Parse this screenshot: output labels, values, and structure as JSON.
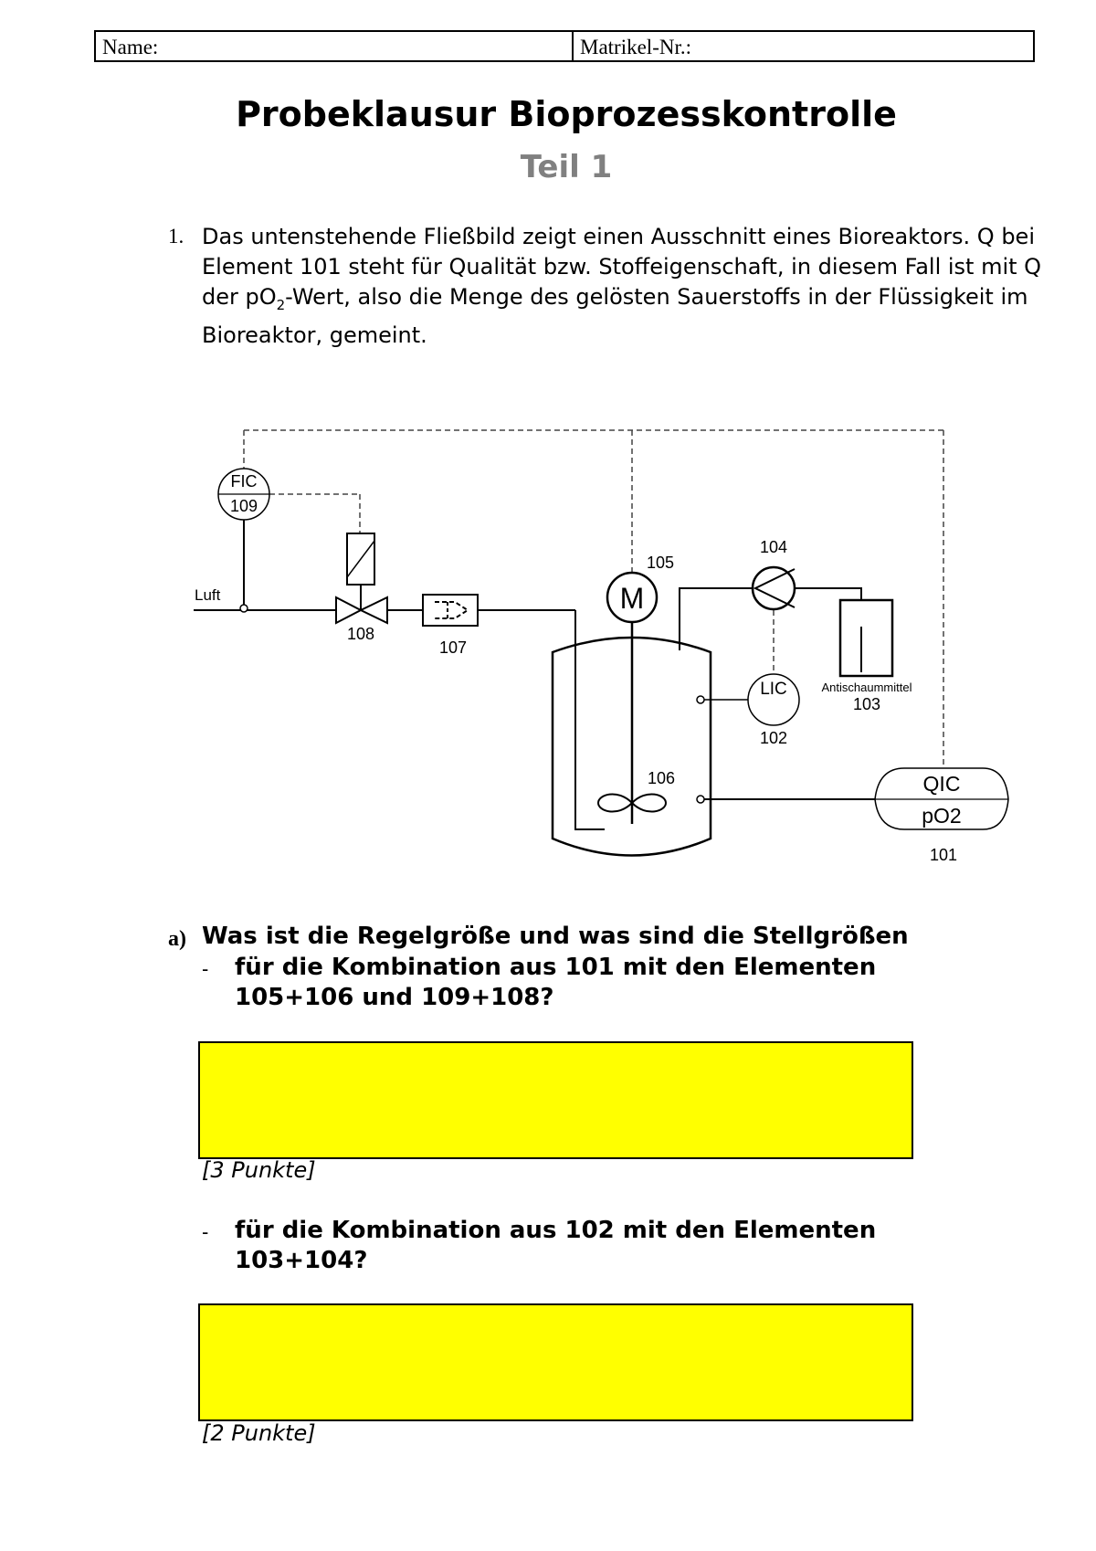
{
  "header": {
    "name_label": "Name:",
    "matrikel_label": "Matrikel-Nr.:"
  },
  "title": "Probeklausur Bioprozesskontrolle",
  "subtitle": "Teil 1",
  "question1": {
    "number": "1.",
    "text_part1": "Das untenstehende Fließbild zeigt einen Ausschnitt eines Bioreaktors. Q bei Element 101 steht für Qualität bzw. Stoffeigenschaft, in diesem Fall ist mit Q der pO",
    "subscript": "2",
    "text_part2": "-Wert, also die Menge des gelösten Sauerstoffs in der Flüssigkeit im Bioreaktor, gemeint."
  },
  "diagram": {
    "luft": "Luft",
    "fic": "FIC",
    "fic_num": "109",
    "valve_num": "108",
    "filter_num": "107",
    "motor": "M",
    "motor_num": "105",
    "pump_num": "104",
    "lic": "LIC",
    "lic_num": "102",
    "antischaum": "Antischaummittel",
    "antischaum_num": "103",
    "stirrer_num": "106",
    "qic": "QIC",
    "qic_sub": "pO2",
    "qic_num": "101"
  },
  "part_a": {
    "letter": "a)",
    "question": "Was ist die Regelgröße und was sind die Stellgrößen",
    "bullet1_dash": "-",
    "bullet1_line1": "für die Kombination aus 101 mit den Elementen",
    "bullet1_line2": "105+106 und 109+108?",
    "points1": "[3 Punkte]",
    "bullet2_dash": "-",
    "bullet2_line1": "für die Kombination aus 102 mit den Elementen",
    "bullet2_line2": "103+104?",
    "points2": "[2 Punkte]"
  },
  "colors": {
    "answer_box": "#ffff00",
    "subtitle": "#808080"
  }
}
